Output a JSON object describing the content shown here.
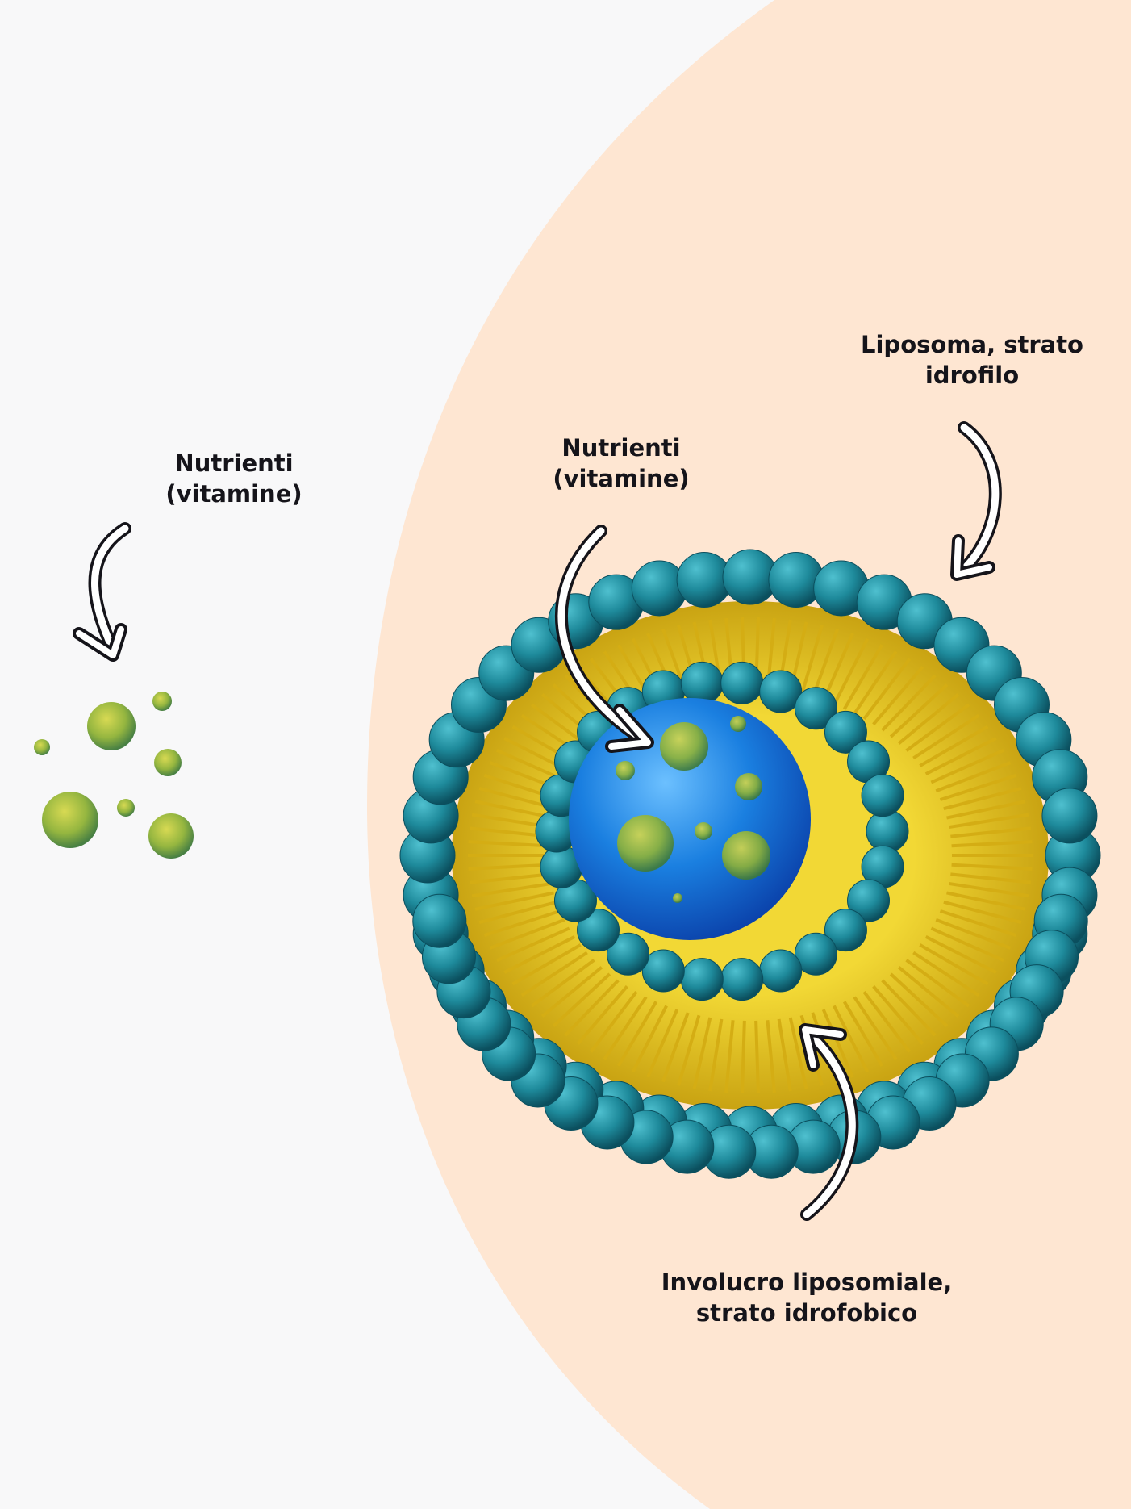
{
  "colors": {
    "background": "#f8f8f9",
    "peach": "#fee6d2",
    "head": "#1e8a9b",
    "head_dark": "#0d5566",
    "tail": "#e8c21c",
    "core": "#1a7fe0",
    "nutrient": "#8fb236",
    "text": "#15141a"
  },
  "labels": {
    "nutrients_left": [
      "Nutrienti",
      "(vitamine)"
    ],
    "nutrients_center": [
      "Nutrienti",
      "(vitamine)"
    ],
    "hydrophilic": [
      "Liposoma, strato",
      "idrofilo"
    ],
    "hydrophobic": [
      "Involucro liposomiale,",
      "strato idrofobico"
    ]
  }
}
